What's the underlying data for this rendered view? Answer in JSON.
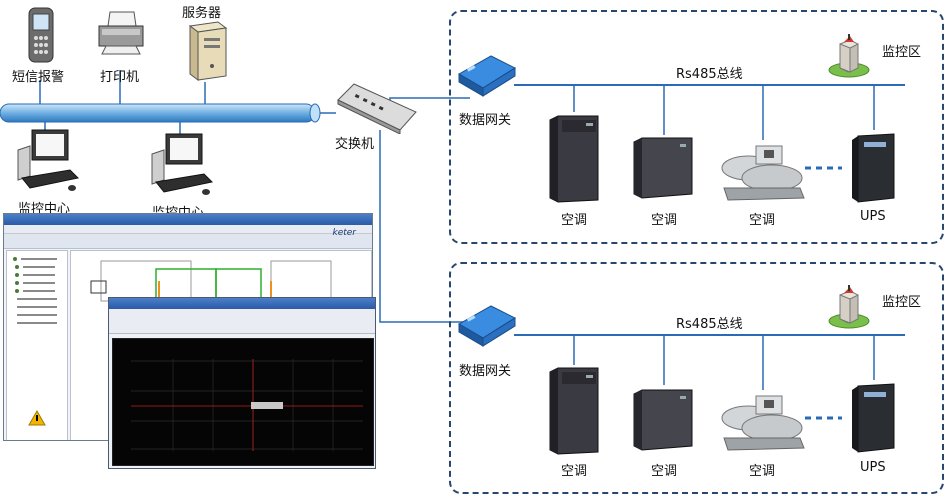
{
  "nodes": {
    "sms_alarm": "短信报警",
    "printer": "打印机",
    "server": "服务器",
    "switch": "交换机",
    "monitor_center_1": "监控中心",
    "monitor_center_2": "监控中心"
  },
  "zones": [
    {
      "gateway": "数据网关",
      "bus": "Rs485总线",
      "area": "监控区",
      "devices": [
        "空调",
        "空调",
        "空调",
        "UPS"
      ]
    },
    {
      "gateway": "数据网关",
      "bus": "Rs485总线",
      "area": "监控区",
      "devices": [
        "空调",
        "空调",
        "空调",
        "UPS"
      ]
    }
  ],
  "software": {
    "brand": "keter"
  },
  "colors": {
    "zone_border": "#27476e",
    "network_line": "#2a6bb5",
    "pipe": "#5aa0d8"
  }
}
